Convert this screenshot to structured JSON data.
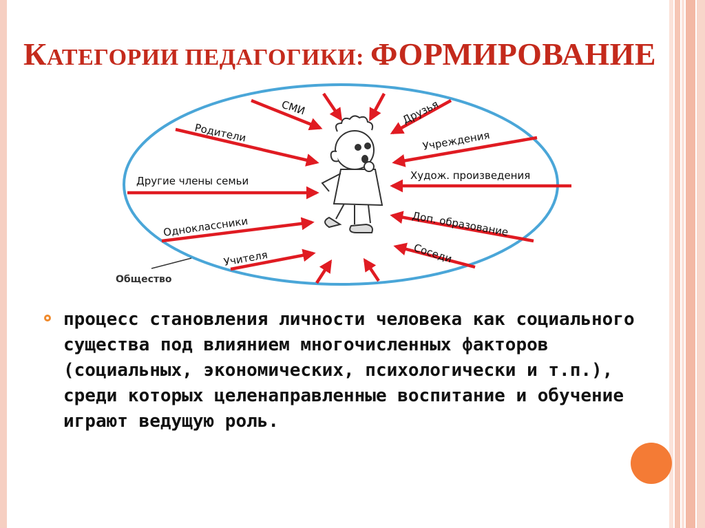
{
  "slide": {
    "title_first": "К",
    "title_small": "АТЕГОРИИ ПЕДАГОГИКИ: ",
    "title_big": "ФОРМИРОВАНИЕ",
    "bullet_text": "процесс становления личности человека как социального существа под влиянием многочисленных факторов (социальных, экономических, психологически и т.п.), среди которых целенаправленные воспитание и обучение играют ведущую роль."
  },
  "diagram": {
    "society_label": "Общество",
    "factors": [
      {
        "id": "smi",
        "label": "СМИ"
      },
      {
        "id": "druzya",
        "label": "Друзья"
      },
      {
        "id": "roditeli",
        "label": "Родители"
      },
      {
        "id": "uchrezhdeniya",
        "label": "Учреждения"
      },
      {
        "id": "drugie",
        "label": "Другие члены семьи"
      },
      {
        "id": "hudozh",
        "label": "Худож. произведения"
      },
      {
        "id": "odnoklassniki",
        "label": "Одноклассники"
      },
      {
        "id": "dop",
        "label": "Доп. образование"
      },
      {
        "id": "uchitelya",
        "label": "Учителя"
      },
      {
        "id": "sosedi",
        "label": "Соседи"
      }
    ]
  },
  "colors": {
    "title": "#c42a1c",
    "arrow": "#e01b22",
    "ellipse": "#4aa6d8",
    "bullet": "#f08a2c",
    "orb": "#f47b35",
    "frame": "#f6cfc2"
  }
}
